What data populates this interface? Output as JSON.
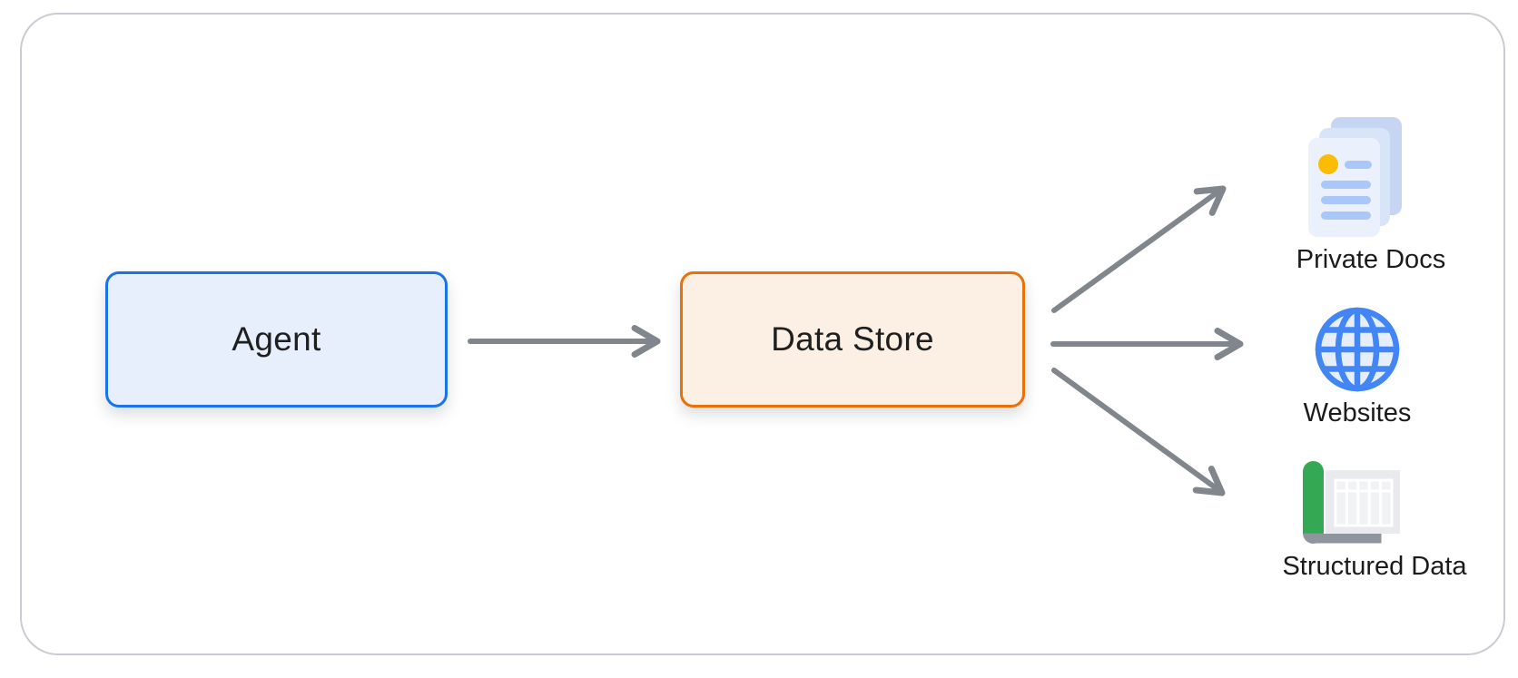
{
  "diagram": {
    "agent": {
      "label": "Agent"
    },
    "data_store": {
      "label": "Data Store"
    },
    "outputs": [
      {
        "id": "private-docs",
        "label": "Private Docs",
        "icon": "documents-stack-icon"
      },
      {
        "id": "websites",
        "label": "Websites",
        "icon": "globe-icon"
      },
      {
        "id": "structured-data",
        "label": "Structured Data",
        "icon": "spreadsheet-scroll-icon"
      }
    ],
    "colors": {
      "card_border": "#c8ccd2",
      "agent_fill": "#e7eefc",
      "agent_border": "#1a73e8",
      "data_store_fill": "#fcefe3",
      "data_store_border": "#e8710a",
      "arrow": "#80868b",
      "doc_page_back": "#c5d5f2",
      "doc_page_mid": "#d8e4f8",
      "doc_page_front": "#eaf1fc",
      "doc_accent": "#fbbc04",
      "doc_line": "#a9c7f9",
      "globe_stroke": "#4285f4",
      "globe_fill": "#e7eefb",
      "scroll_green": "#34a853",
      "scroll_gray": "#8e959d",
      "sheet_gray": "#e8eaed",
      "table_cell": "#f0f2f4"
    }
  }
}
